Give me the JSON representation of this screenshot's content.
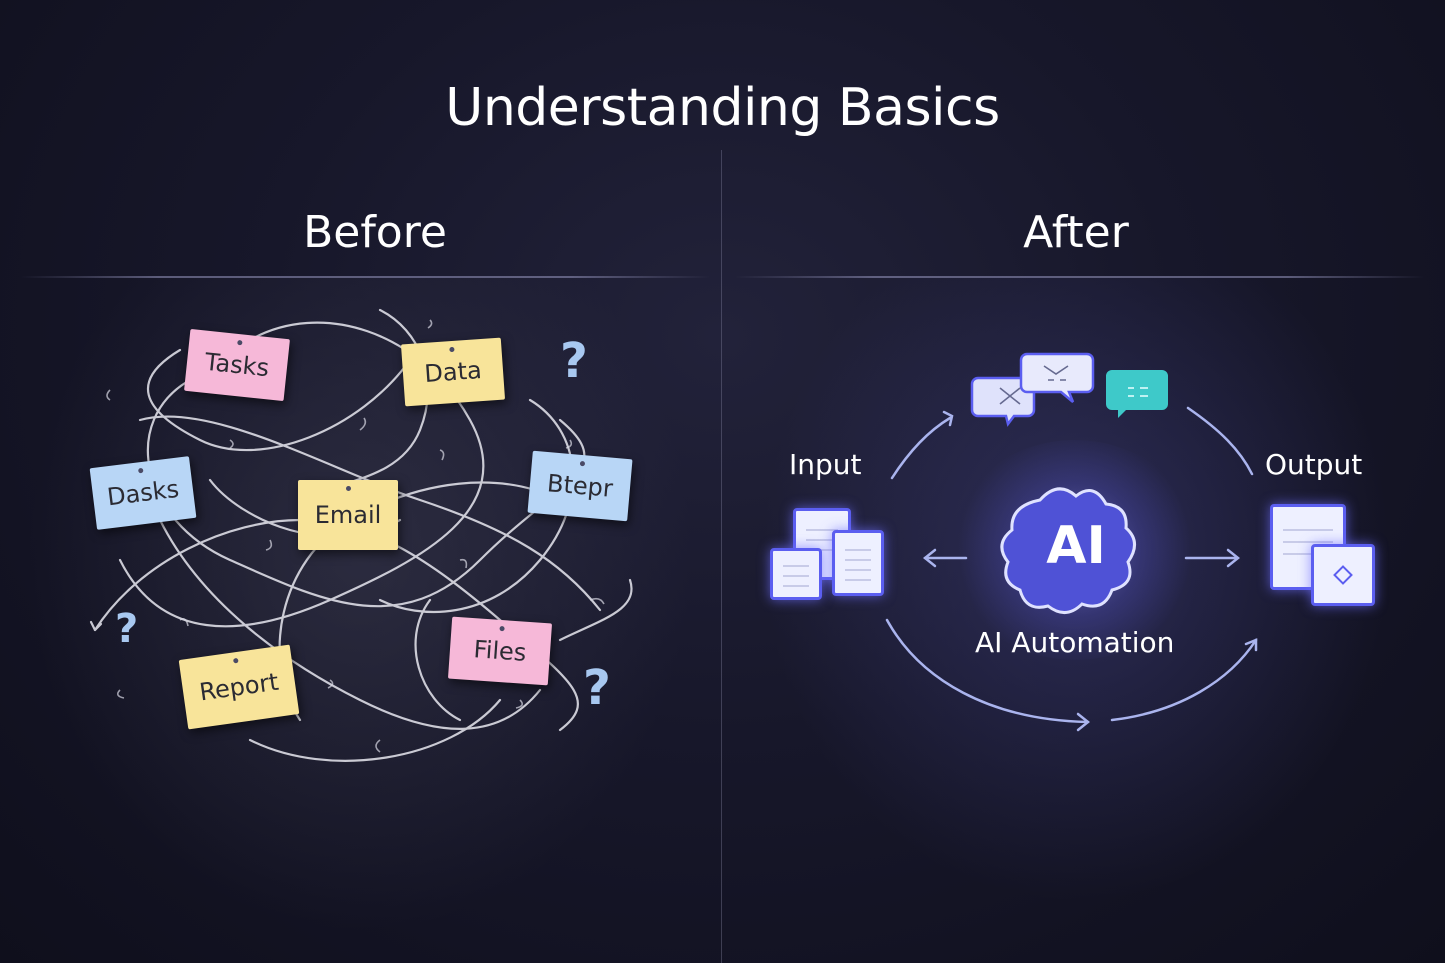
{
  "title": "Understanding Basics",
  "before": {
    "heading": "Before",
    "notes": [
      {
        "label": "Tasks",
        "color": "pink"
      },
      {
        "label": "Data",
        "color": "yellow"
      },
      {
        "label": "Dasks",
        "color": "blue"
      },
      {
        "label": "Email",
        "color": "yellow"
      },
      {
        "label": "Btepr",
        "color": "blue"
      },
      {
        "label": "Files",
        "color": "pink"
      },
      {
        "label": "Report",
        "color": "yellow"
      }
    ],
    "question_marks": [
      "?",
      "?",
      "?"
    ]
  },
  "after": {
    "heading": "After",
    "input_label": "Input",
    "output_label": "Output",
    "center_label": "AI",
    "caption": "AI Automation",
    "icons": [
      "documents-icon",
      "chat-bubbles-icon",
      "ai-cloud-icon",
      "output-document-icon"
    ]
  },
  "colors": {
    "background": "#161628",
    "accent": "#5b5ef0",
    "teal": "#3ec9c9",
    "note_pink": "#f6b8d8",
    "note_yellow": "#f8e49a",
    "note_blue": "#b8d6f6"
  }
}
